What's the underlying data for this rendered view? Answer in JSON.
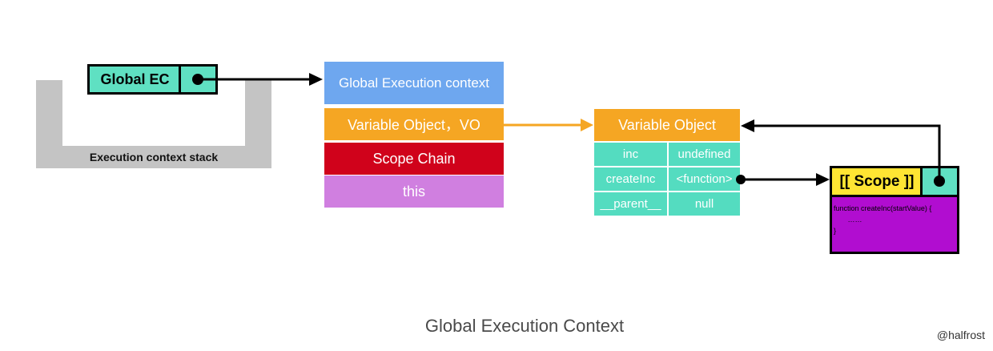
{
  "stack": {
    "label": "Execution context stack"
  },
  "global_ec": {
    "label": "Global EC"
  },
  "context": {
    "title": "Global Execution context",
    "rows": [
      "Variable Object，VO",
      "Scope Chain",
      "this"
    ]
  },
  "variable_object": {
    "title": "Variable Object",
    "rows": [
      {
        "key": "inc",
        "value": "undefined"
      },
      {
        "key": "createInc",
        "value": "<function>"
      },
      {
        "key": "__parent__",
        "value": "null"
      }
    ]
  },
  "function_object": {
    "scope_label": "[[ Scope ]]",
    "code": "function createInc(startValue) {\n       ……\n}"
  },
  "caption": "Global Execution Context",
  "credit": "@halfrost",
  "colors": {
    "ec_green": "#5fe0c2",
    "context_blue": "#6ea7ef",
    "vo_orange": "#f5a623",
    "scope_red": "#d0021b",
    "this_pink": "#d07fe0",
    "table_teal": "#54dcc0",
    "function_purple": "#b10dd0",
    "scope_yellow": "#ffe533",
    "stack_gray": "#c4c4c4"
  }
}
